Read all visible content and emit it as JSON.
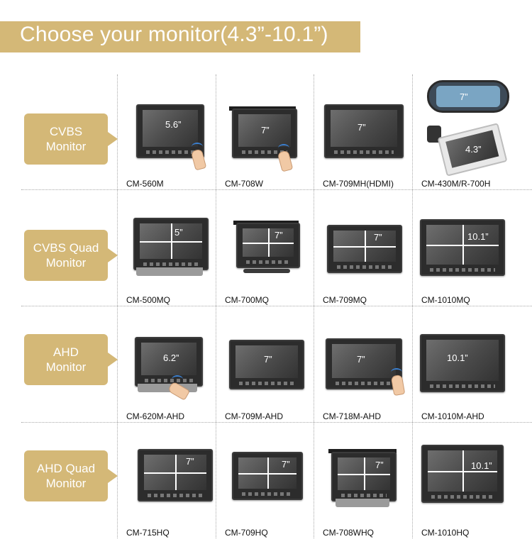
{
  "banner": {
    "title": "Choose your monitor(4.3”-10.1”)"
  },
  "colors": {
    "accent": "#d4b877"
  },
  "rows": [
    {
      "category": "CVBS\nMonitor",
      "items": [
        {
          "model": "CM-560M",
          "size": "5.6”",
          "icon": "touch-hand-icon"
        },
        {
          "model": "CM-708W",
          "size": "7”",
          "icon": "touch-hand-icon"
        },
        {
          "model": "CM-709MH(HDMI)",
          "size": "7”"
        },
        {
          "model": "CM-430M/R-700H",
          "size": "7”",
          "size2": "4.3”"
        }
      ]
    },
    {
      "category": "CVBS Quad\nMonitor",
      "items": [
        {
          "model": "CM-500MQ",
          "size": "5”"
        },
        {
          "model": "CM-700MQ",
          "size": "7”"
        },
        {
          "model": "CM-709MQ",
          "size": "7”"
        },
        {
          "model": "CM-1010MQ",
          "size": "10.1”"
        }
      ]
    },
    {
      "category": "AHD\nMonitor",
      "items": [
        {
          "model": "CM-620M-AHD",
          "size": "6.2”",
          "icon": "touch-hand-icon"
        },
        {
          "model": "CM-709M-AHD",
          "size": "7”"
        },
        {
          "model": "CM-718M-AHD",
          "size": "7”",
          "icon": "touch-hand-icon"
        },
        {
          "model": "CM-1010M-AHD",
          "size": "10.1”"
        }
      ]
    },
    {
      "category": "AHD Quad\nMonitor",
      "items": [
        {
          "model": "CM-715HQ",
          "size": "7”"
        },
        {
          "model": "CM-709HQ",
          "size": "7”"
        },
        {
          "model": "CM-708WHQ",
          "size": "7”"
        },
        {
          "model": "CM-1010HQ",
          "size": "10.1”"
        }
      ]
    }
  ]
}
